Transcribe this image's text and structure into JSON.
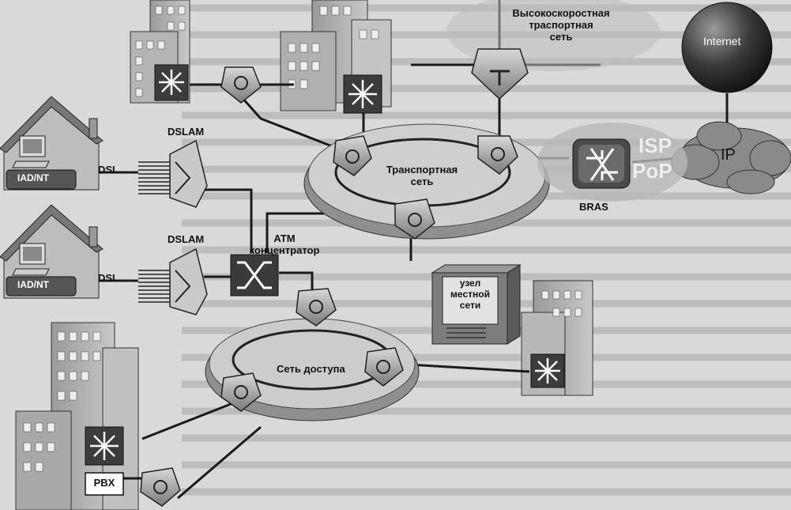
{
  "labels": {
    "high_speed_network": "Высокоскоростная\nтраспортная\nсеть",
    "internet": "Internet",
    "ip": "IP",
    "isp": "ISP",
    "pop": "PoP",
    "bras": "BRAS",
    "transport_network": "Транспортная\nсеть",
    "dslam_top": "DSLAM",
    "dslam_bottom": "DSLAM",
    "dsl_top": "DSL",
    "dsl_bottom": "DSL",
    "iad_top": "IAD/NT",
    "iad_bottom": "IAD/NT",
    "atm_concentrator": "ATM\nконцентратор",
    "local_node": "узел\nместной\nсети",
    "access_network": "Сеть доступа",
    "pbx": "PBX"
  },
  "icons": [
    "house-icon",
    "computer-icon",
    "dslam-icon",
    "atm-switch-icon",
    "router-icon",
    "lan-switch-icon",
    "building-icon",
    "globe-icon",
    "cloud-icon",
    "server-icon",
    "bras-router-icon"
  ]
}
